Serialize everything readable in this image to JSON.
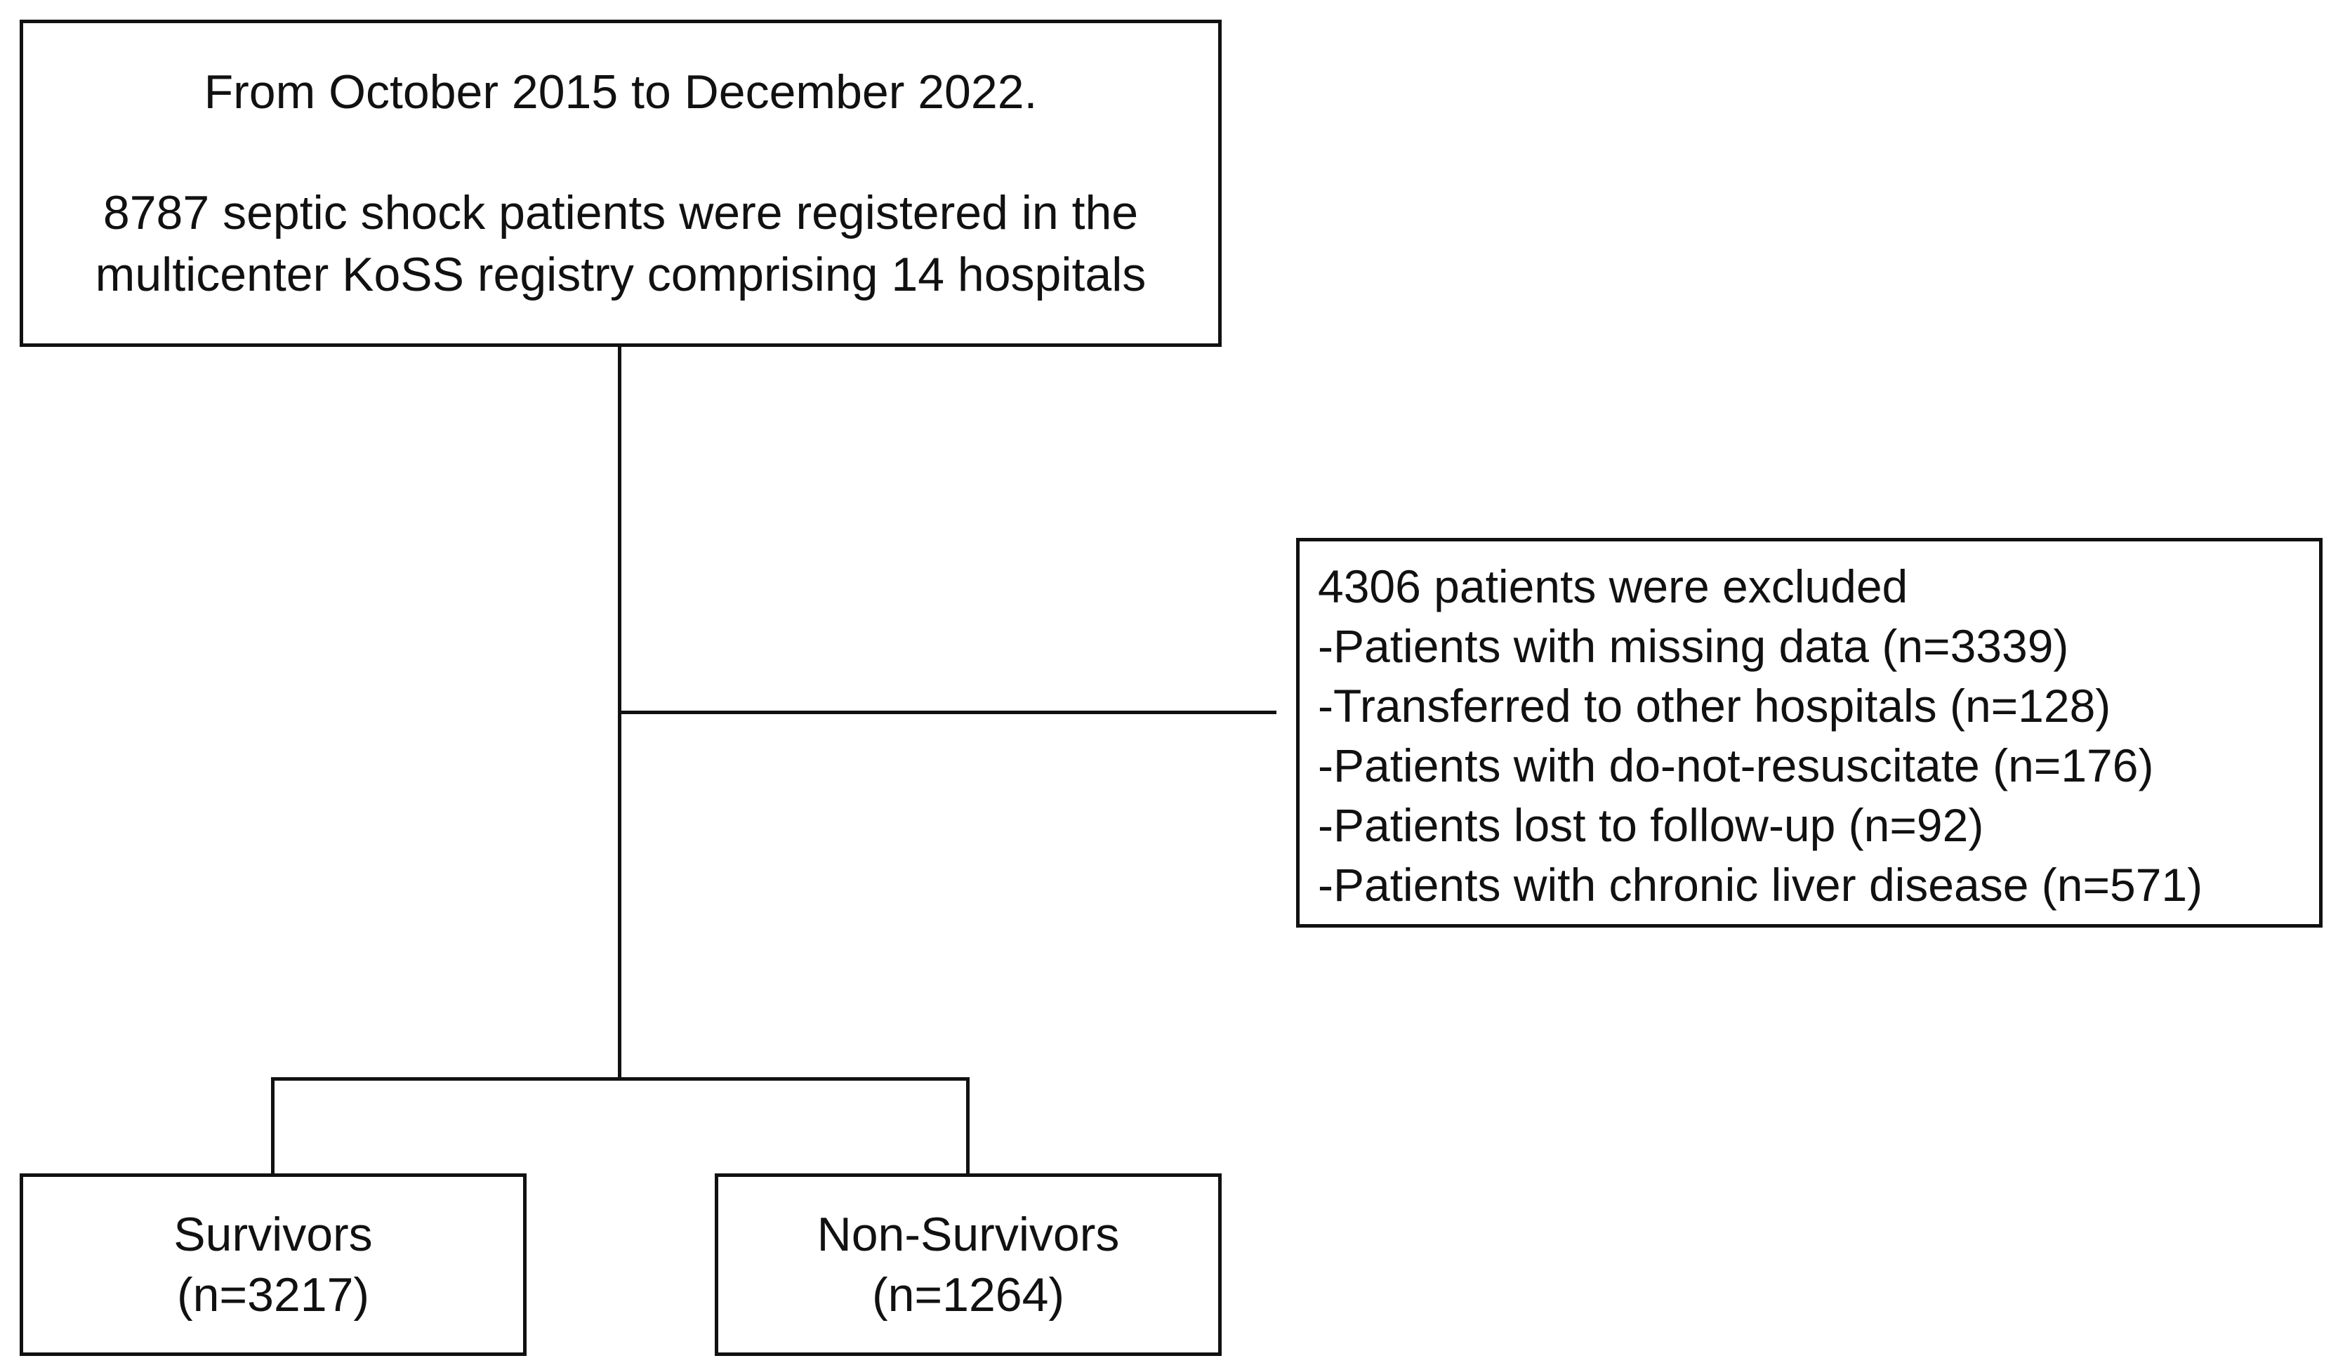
{
  "source_box": {
    "line1": "From October 2015 to December 2022.",
    "line2": "8787 septic shock patients were registered in the",
    "line3": "multicenter KoSS registry comprising 14 hospitals"
  },
  "exclusion_box": {
    "header": "4306 patients were excluded",
    "items": [
      "-Patients with missing data (n=3339)",
      "-Transferred to other hospitals (n=128)",
      "-Patients with do-not-resuscitate (n=176)",
      "-Patients lost to follow-up (n=92)",
      "-Patients with chronic liver disease (n=571)"
    ]
  },
  "outcomes": {
    "survivors": {
      "label": "Survivors",
      "count": "(n=3217)"
    },
    "non_survivors": {
      "label": "Non-Survivors",
      "count": "(n=1264)"
    }
  }
}
